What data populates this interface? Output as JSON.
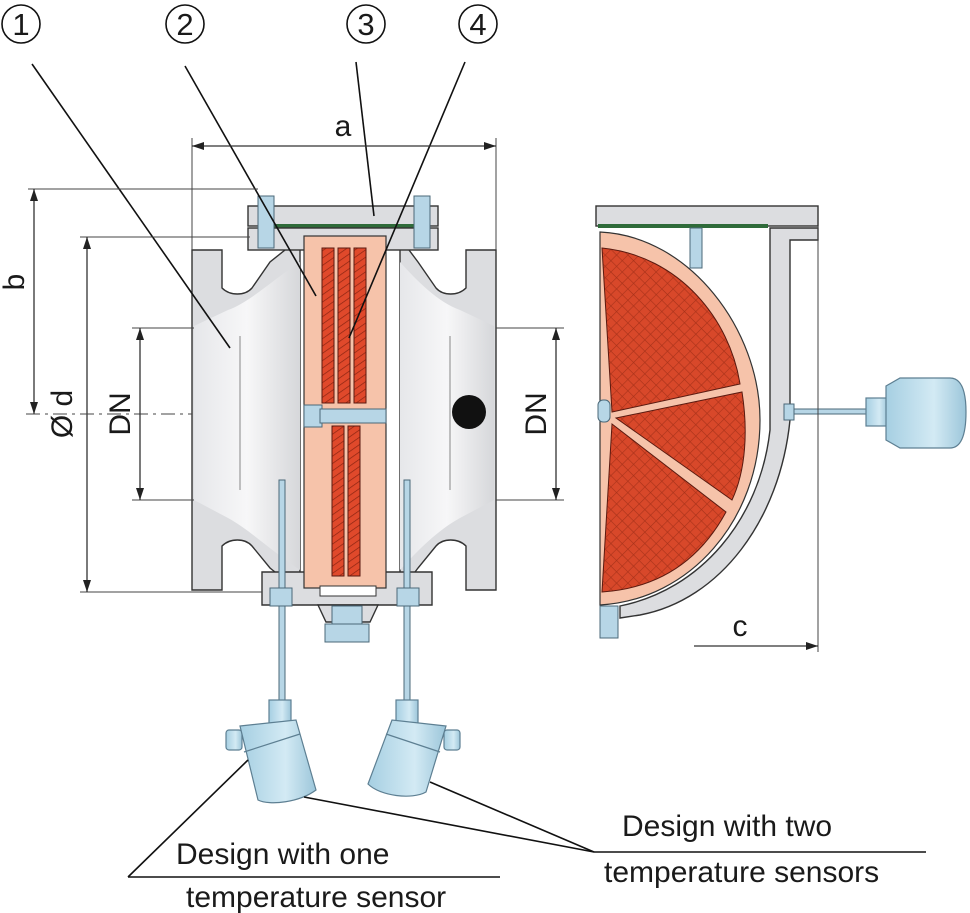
{
  "figure": {
    "callouts": [
      {
        "id": "1",
        "label": "1"
      },
      {
        "id": "2",
        "label": "2"
      },
      {
        "id": "3",
        "label": "3"
      },
      {
        "id": "4",
        "label": "4"
      }
    ],
    "dimensions": {
      "a": "a",
      "b": "b",
      "d": "Ø d",
      "dn_left": "DN",
      "dn_right": "DN",
      "c": "c"
    },
    "captions": {
      "one_sensor_line1": "Design with one",
      "one_sensor_line2": "temperature sensor",
      "two_sensors_line1": "Design with two",
      "two_sensors_line2": "temperature sensors"
    },
    "colors": {
      "housing": "#dcdde0",
      "element_frame": "#f6c3aa",
      "flame_arrester_coil": "#e0492b",
      "sensor": "#b7d6e6",
      "seal": "#2f6b3a"
    }
  }
}
